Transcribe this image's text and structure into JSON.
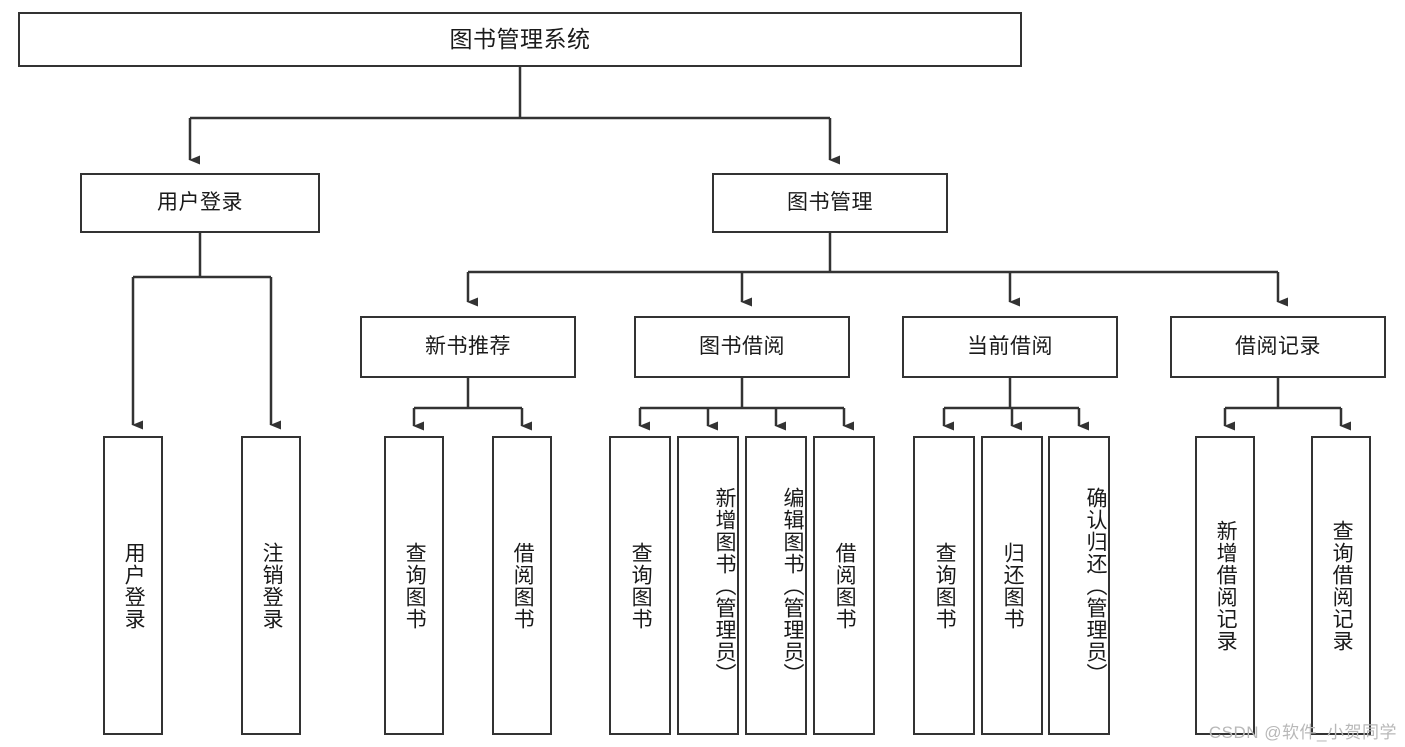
{
  "diagram": {
    "title": "图书管理系统",
    "type": "tree",
    "colors": {
      "stroke": "#333333",
      "fill": "#ffffff",
      "text": "#1a1a1a",
      "watermark": "#b8b8b8"
    },
    "root": {
      "label": "图书管理系统"
    },
    "level2": [
      {
        "label": "用户登录"
      },
      {
        "label": "图书管理"
      }
    ],
    "level3": [
      {
        "label": "新书推荐"
      },
      {
        "label": "图书借阅"
      },
      {
        "label": "当前借阅"
      },
      {
        "label": "借阅记录"
      }
    ],
    "leaves": {
      "user_login": [
        {
          "label": "用户登录"
        },
        {
          "label": "注销登录"
        }
      ],
      "new_book": [
        {
          "label": "查询图书"
        },
        {
          "label": "借阅图书"
        }
      ],
      "book_borrow": [
        {
          "label": "查询图书"
        },
        {
          "label": "新增图书（管理员）"
        },
        {
          "label": "编辑图书（管理员）"
        },
        {
          "label": "借阅图书"
        }
      ],
      "current_borrow": [
        {
          "label": "查询图书"
        },
        {
          "label": "归还图书"
        },
        {
          "label": "确认归还（管理员）"
        }
      ],
      "borrow_record": [
        {
          "label": "新增借阅记录"
        },
        {
          "label": "查询借阅记录"
        }
      ]
    }
  },
  "watermark": {
    "text": "CSDN @软件_小贺同学"
  }
}
